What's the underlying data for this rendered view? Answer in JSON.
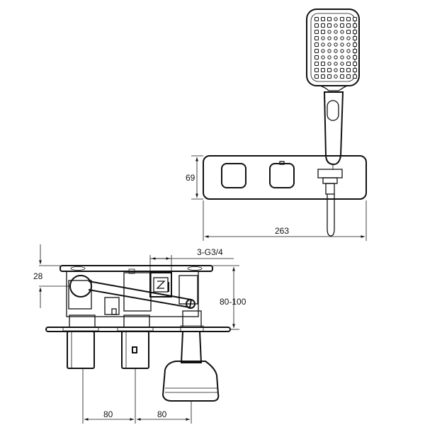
{
  "dimensions": {
    "panel_height": "69",
    "panel_width": "263",
    "thread": "3-G3/4",
    "depth_front": "28",
    "depth_range": "80-100",
    "spacing_left": "80",
    "spacing_right": "80"
  }
}
